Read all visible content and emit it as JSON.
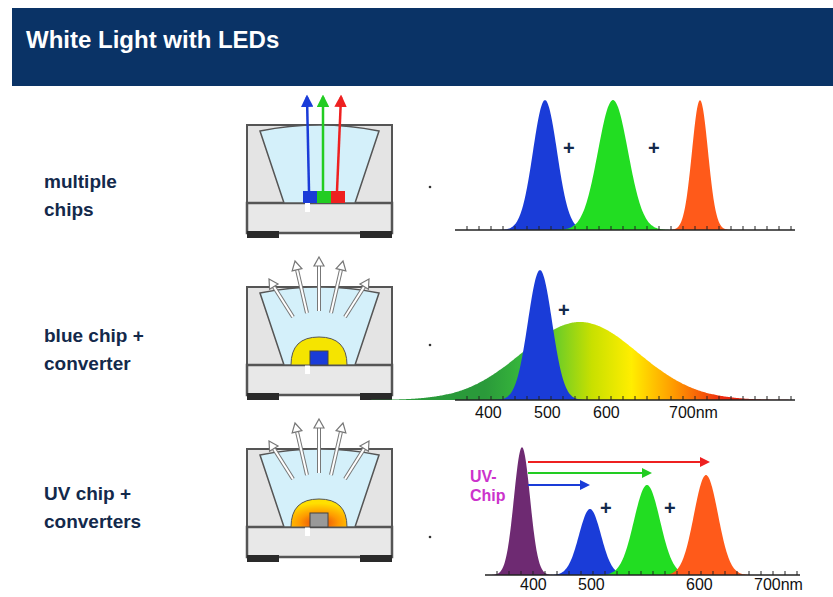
{
  "diagram": {
    "title": "White Light with LEDs",
    "labels": [
      "multiple chips",
      "blue chip + converter",
      "UV chip + converters",
      "+",
      "+",
      "+",
      "400",
      "500",
      "600",
      "700nm",
      "UV- Chip",
      "+",
      "+",
      "400",
      "500",
      "600",
      "700nm"
    ]
  }
}
